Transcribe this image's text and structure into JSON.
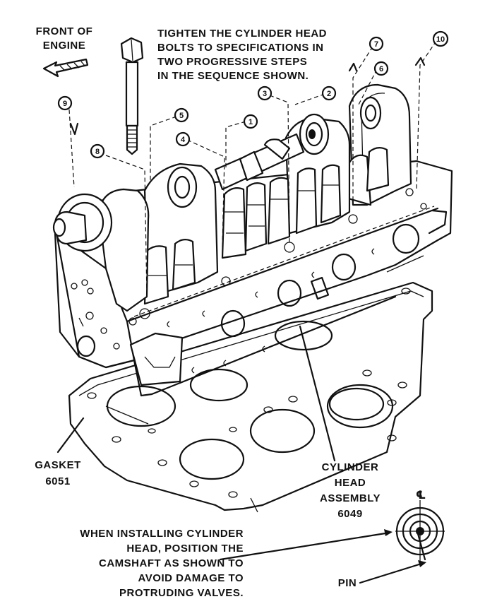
{
  "front_of_engine": [
    "FRONT OF",
    "ENGINE"
  ],
  "instruction_top": [
    "TIGHTEN THE CYLINDER HEAD",
    "BOLTS TO SPECIFICATIONS IN",
    "TWO PROGRESSIVE STEPS",
    "IN THE SEQUENCE SHOWN."
  ],
  "sequence_numbers": [
    "1",
    "2",
    "3",
    "4",
    "5",
    "6",
    "7",
    "8",
    "9",
    "10"
  ],
  "gasket_label": [
    "GASKET",
    "6051"
  ],
  "head_label": [
    "CYLINDER",
    "HEAD",
    "ASSEMBLY",
    "6049"
  ],
  "instruction_bottom": [
    "WHEN INSTALLING CYLINDER",
    "HEAD, POSITION THE",
    "CAMSHAFT AS SHOWN TO",
    "AVOID DAMAGE TO",
    "PROTRUDING VALVES."
  ],
  "centerline_symbol": "℄",
  "pin_label": "PIN",
  "colors": {
    "ink": "#111111",
    "paper": "#ffffff"
  }
}
